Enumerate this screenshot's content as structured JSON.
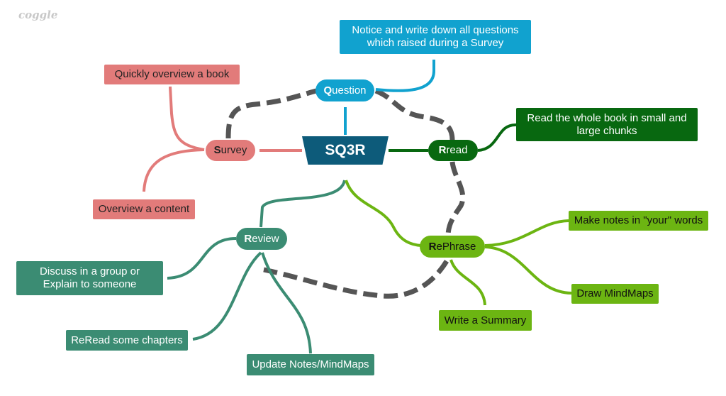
{
  "brand": "coggle",
  "center": {
    "label": "SQ3R"
  },
  "branches": {
    "question": {
      "first": "Q",
      "rest": "uestion",
      "color": "#11a2cf",
      "notes": [
        "Notice and write down all questions which raised during a Survey"
      ]
    },
    "survey": {
      "first": "S",
      "rest": "urvey",
      "color": "#e27b7a",
      "notes": [
        "Quickly overview a book",
        "Overview a content"
      ]
    },
    "read": {
      "first": "R",
      "rest": "read",
      "color": "#086810",
      "notes": [
        "Read the whole book in small and large chunks"
      ]
    },
    "rephrase": {
      "first": "R",
      "rest": "ePhrase",
      "color": "#6cb512",
      "notes": [
        "Make notes in \"your\" words",
        "Draw MindMaps",
        "Write a Summary"
      ]
    },
    "review": {
      "first": "R",
      "rest": "eview",
      "color": "#3b8c73",
      "notes": [
        "Discuss in a group or Explain to someone",
        "ReRead some chapters",
        "Update Notes/MindMaps"
      ]
    }
  },
  "colors": {
    "dashed_link": "#555555"
  }
}
